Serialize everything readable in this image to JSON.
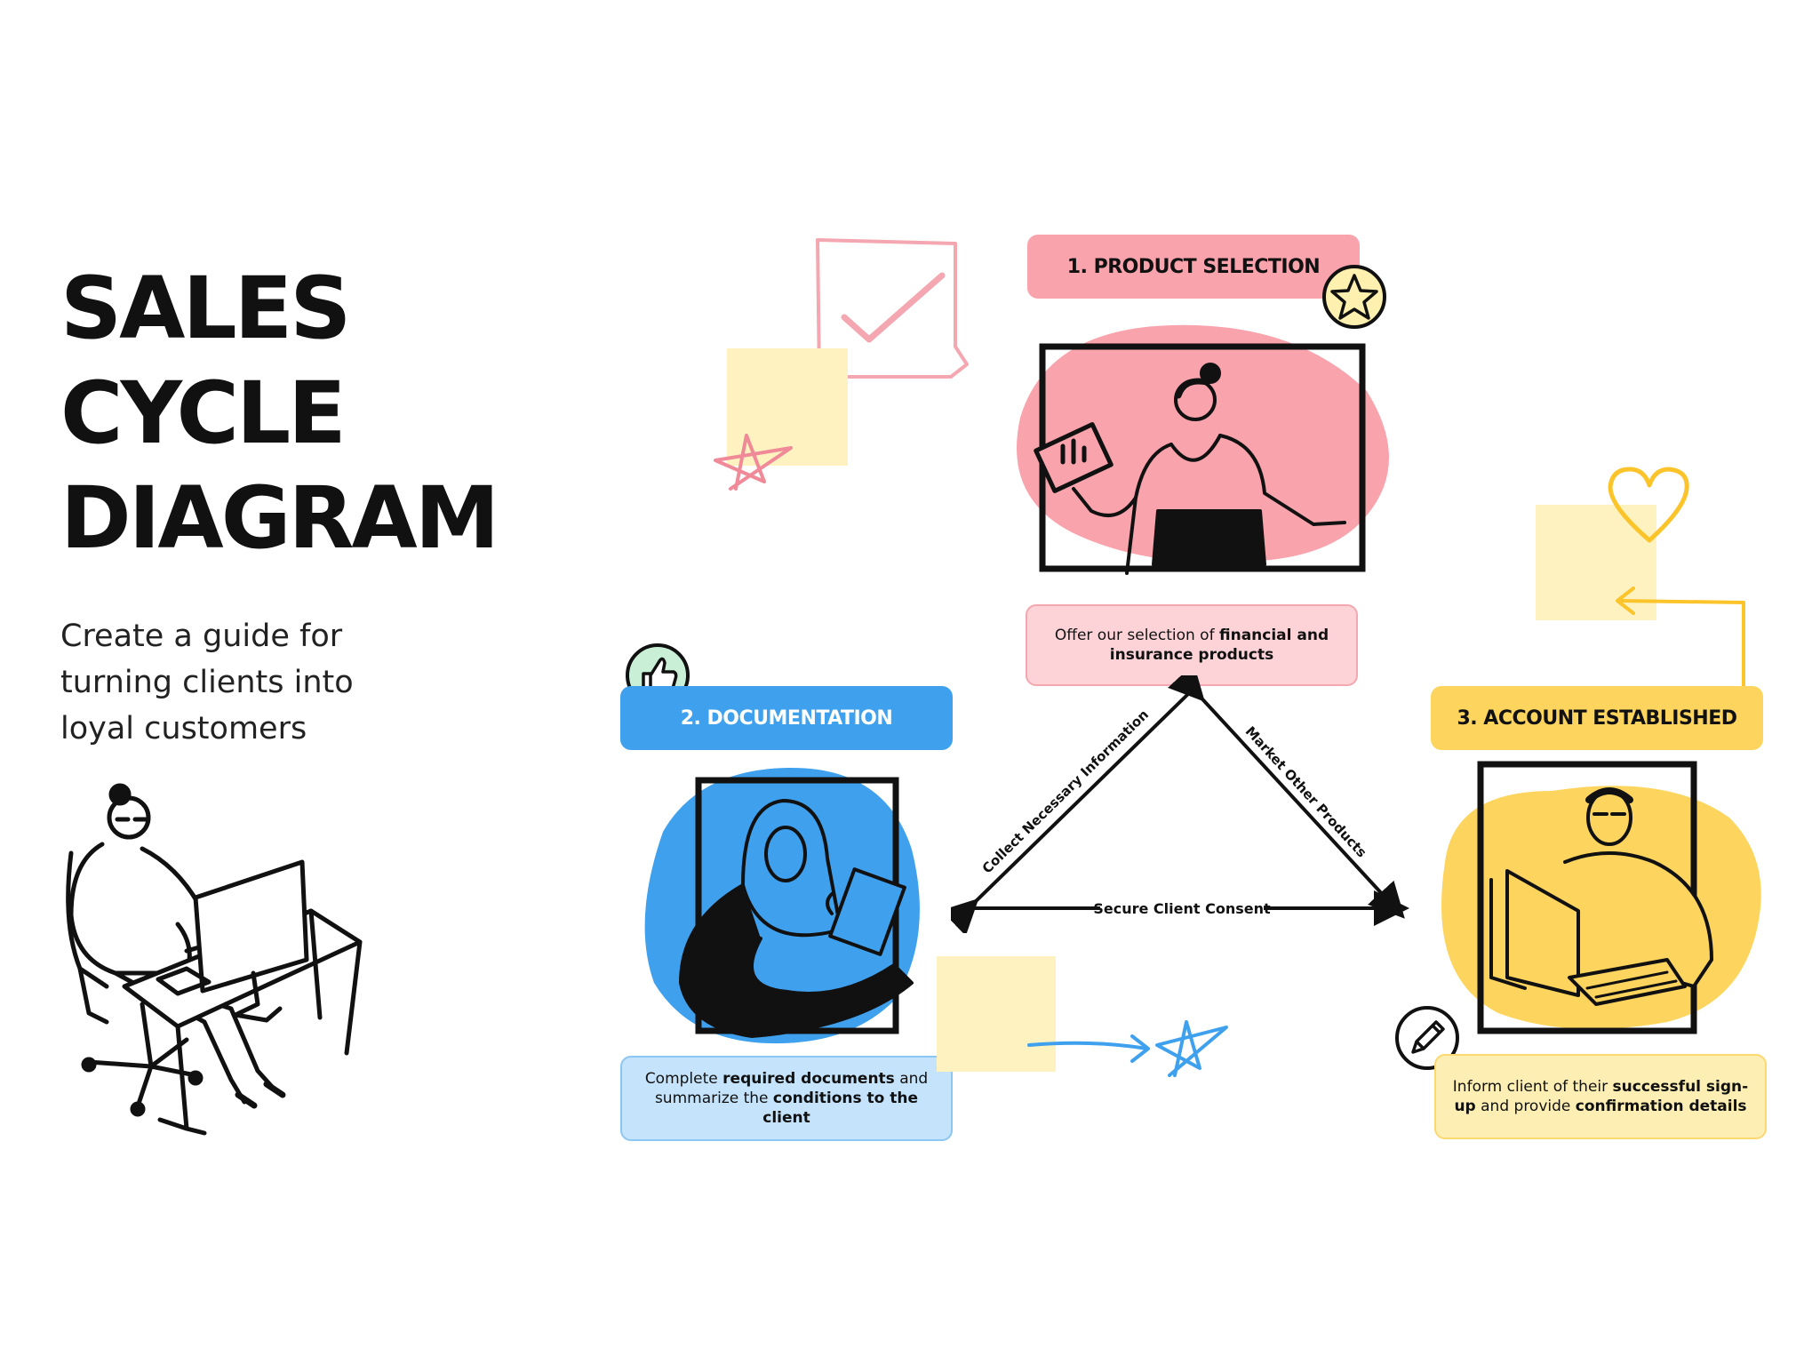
{
  "title": {
    "line1": "SALES",
    "line2": "CYCLE",
    "line3": "DIAGRAM"
  },
  "subtitle": "Create a guide for turning clients into loyal customers",
  "steps": [
    {
      "header": "1. PRODUCT SELECTION",
      "desc_parts": [
        "Offer our selection of ",
        "financial and insurance products"
      ],
      "color": "#f9a3ad",
      "desc_bg": "#fdd3d8"
    },
    {
      "header": "2. DOCUMENTATION",
      "desc_parts": [
        "Complete ",
        "required documents",
        " and summarize the ",
        "conditions to the client"
      ],
      "color": "#3fa1ee",
      "desc_bg": "#c5e3fb"
    },
    {
      "header": "3. ACCOUNT ESTABLISHED",
      "desc_parts": [
        "Inform client of their ",
        "successful sign-up",
        " and provide ",
        "confirmation details"
      ],
      "color": "#fdd55e",
      "desc_bg": "#fdefb3"
    }
  ],
  "arrows": {
    "left": "Collect Necessary Information",
    "right": "Market Other Products",
    "bottom": "Secure Client Consent"
  },
  "icons": [
    "star-icon",
    "thumbs-up-icon",
    "pencil-icon",
    "heart-icon",
    "checkmark-icon",
    "scribble-star-icon"
  ],
  "colors": {
    "pink": "#f9a3ad",
    "blue": "#3fa1ee",
    "yellow": "#fdd55e",
    "sticky": "#fef3c0",
    "ink": "#111111"
  }
}
